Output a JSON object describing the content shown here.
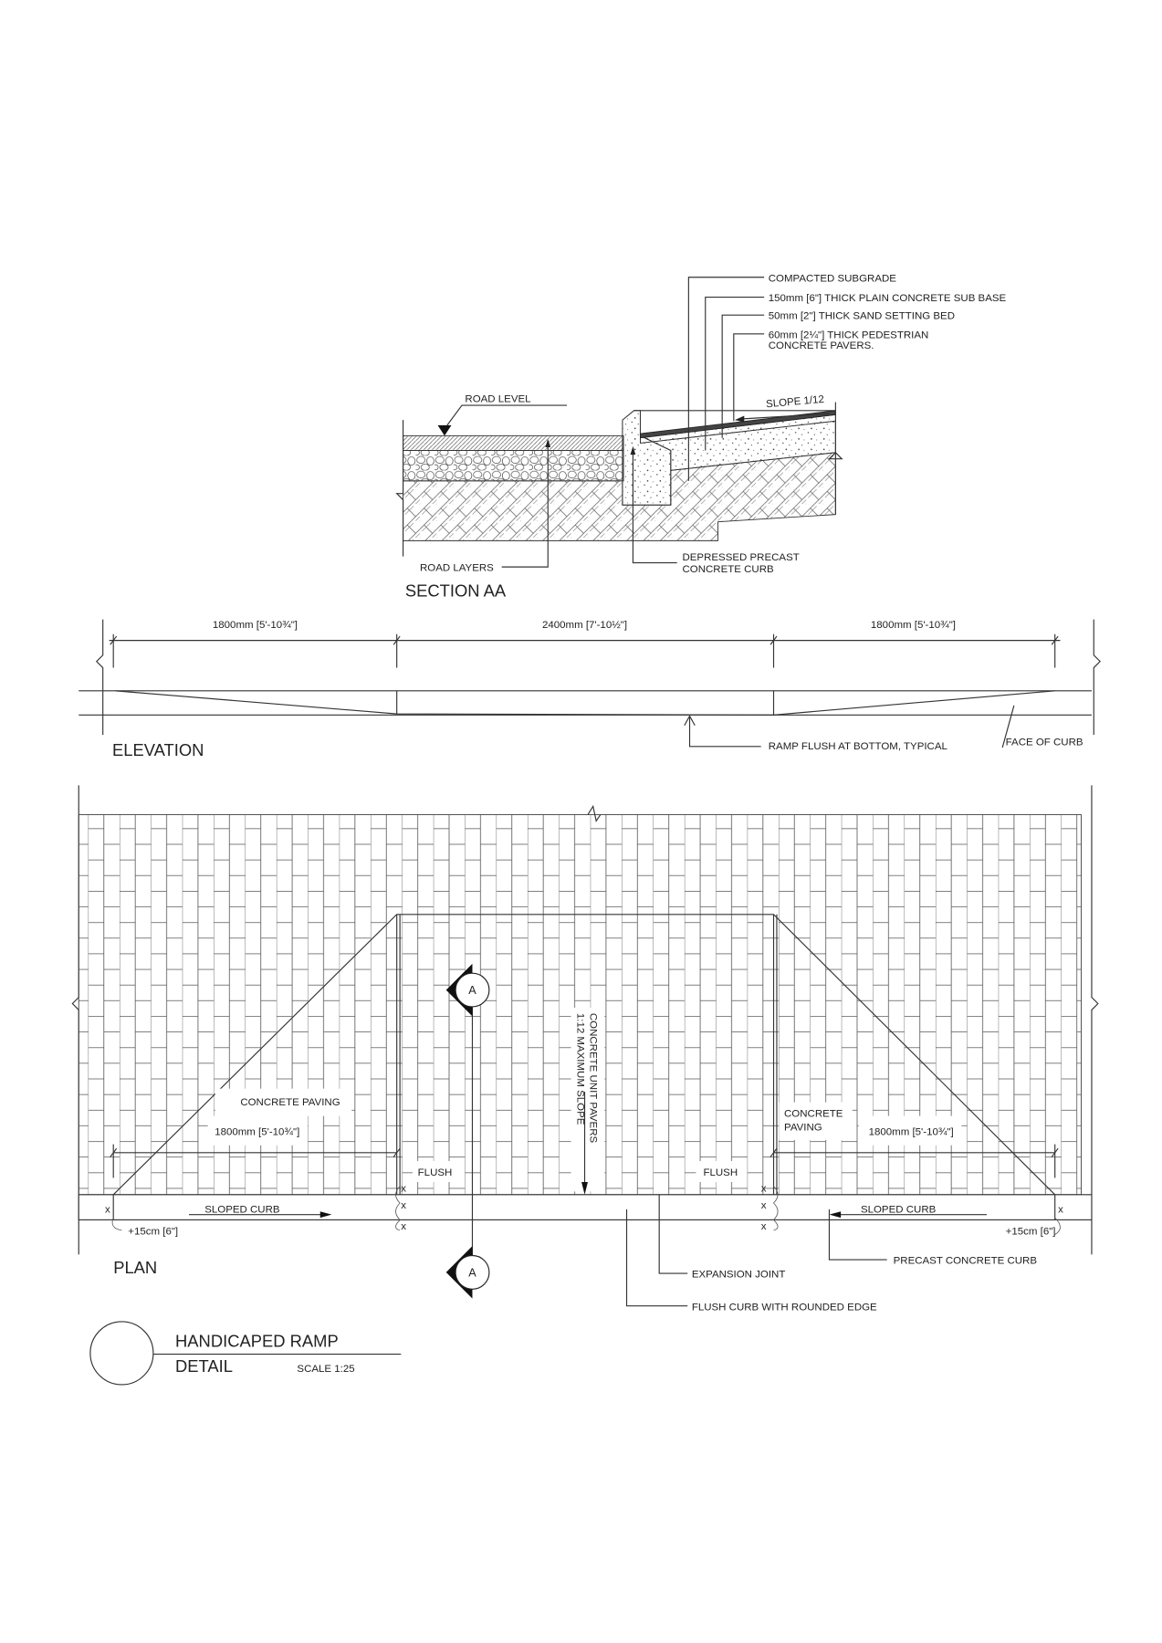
{
  "section": {
    "title": "SECTION AA",
    "compacted_subgrade": "COMPACTED SUBGRADE",
    "sub_base": "150mm [6\"] THICK PLAIN CONCRETE SUB BASE",
    "sand_bed": "50mm [2\"] THICK SAND SETTING BED",
    "pavers_line1": "60mm [2¼\"] THICK PEDESTRIAN",
    "pavers_line2": "CONCRETE PAVERS.",
    "road_level": "ROAD LEVEL",
    "slope": "SLOPE 1/12",
    "road_layers": "ROAD LAYERS",
    "curb_line1": "DEPRESSED PRECAST",
    "curb_line2": "CONCRETE CURB"
  },
  "elevation": {
    "title": "ELEVATION",
    "dim_left": "1800mm [5'-10¾\"]",
    "dim_middle": "2400mm [7'-10½\"]",
    "dim_right": "1800mm [5'-10¾\"]",
    "ramp_flush": "RAMP FLUSH AT BOTTOM, TYPICAL",
    "face_of_curb": "FACE OF CURB"
  },
  "plan": {
    "title": "PLAN",
    "concrete_paving_left": "CONCRETE PAVING",
    "concrete_paving_right_1": "CONCRETE",
    "concrete_paving_right_2": "PAVING",
    "dim_left": "1800mm [5'-10¾\"]",
    "dim_right": "1800mm [5'-10¾\"]",
    "unit_pavers": "CONCRETE UNIT PAVERS",
    "max_slope": "1:12 MAXIMUM SLOPE",
    "flush_left": "FLUSH",
    "flush_right": "FLUSH",
    "sloped_curb_left": "SLOPED CURB",
    "sloped_curb_right": "SLOPED CURB",
    "rise_left": "+15cm [6\"]",
    "rise_right": "+15cm [6\"]",
    "x_mark": "x",
    "expansion_joint": "EXPANSION JOINT",
    "flush_curb": "FLUSH CURB WITH ROUNDED EDGE",
    "precast_curb": "PRECAST CONCRETE CURB",
    "section_marker": "A"
  },
  "title_block": {
    "line1": "HANDICAPED RAMP",
    "line2": "DETAIL",
    "scale": "SCALE 1:25"
  }
}
